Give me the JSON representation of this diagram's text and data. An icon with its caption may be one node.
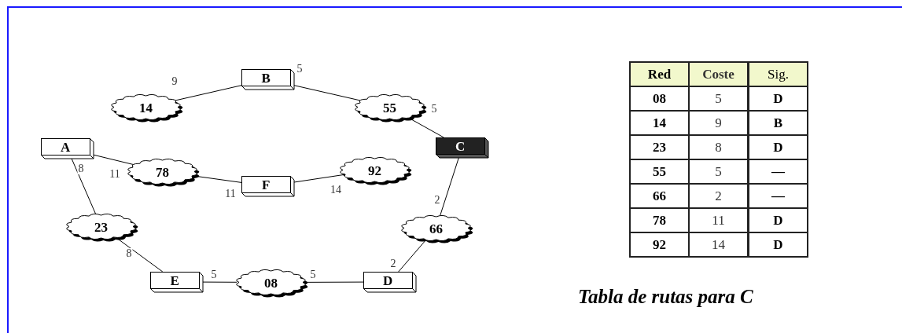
{
  "diagram": {
    "caption": "Tabla de rutas para C",
    "nodes": [
      {
        "text": [
          "B"
        ]
      },
      {
        "text": [
          "14"
        ]
      },
      {
        "text": [
          "55"
        ]
      },
      {
        "text": [
          "A"
        ]
      },
      {
        "text": [
          "78"
        ]
      },
      {
        "text": [
          "92"
        ]
      },
      {
        "text": [
          "C"
        ]
      },
      {
        "text": [
          "F"
        ]
      },
      {
        "text": [
          "23"
        ]
      },
      {
        "text": [
          "66"
        ]
      },
      {
        "text": [
          "E"
        ]
      },
      {
        "text": [
          "08"
        ]
      },
      {
        "text": [
          "D"
        ]
      }
    ],
    "edges": [
      {
        "from": 0,
        "to": 1,
        "arrow": "none",
        "label": "9"
      },
      {
        "from": 0,
        "to": 2,
        "arrow": "none",
        "label": "5"
      },
      {
        "from": 2,
        "to": 6,
        "arrow": "none",
        "label": "5"
      },
      {
        "from": 3,
        "to": 4,
        "arrow": "none",
        "label": "11"
      },
      {
        "from": 4,
        "to": 7,
        "arrow": "none",
        "label": "11"
      },
      {
        "from": 7,
        "to": 5,
        "arrow": "none",
        "label": "14"
      },
      {
        "from": 6,
        "to": 9,
        "arrow": "none",
        "label": "2"
      },
      {
        "from": 9,
        "to": 12,
        "arrow": "none",
        "label": "2"
      },
      {
        "from": 3,
        "to": 8,
        "arrow": "none",
        "label": "8"
      },
      {
        "from": 8,
        "to": 10,
        "arrow": "none",
        "label": "8"
      },
      {
        "from": 10,
        "to": 11,
        "arrow": "none",
        "label": "5"
      },
      {
        "from": 11,
        "to": 12,
        "arrow": "none",
        "label": "5"
      }
    ],
    "labels": [
      "Red",
      "Coste",
      "Sig.",
      "08",
      "5",
      "D",
      "14",
      "9",
      "B",
      "23",
      "8",
      "D",
      "55",
      "5",
      "—",
      "66",
      "2",
      "—",
      "78",
      "11",
      "D",
      "92",
      "14",
      "D"
    ]
  }
}
